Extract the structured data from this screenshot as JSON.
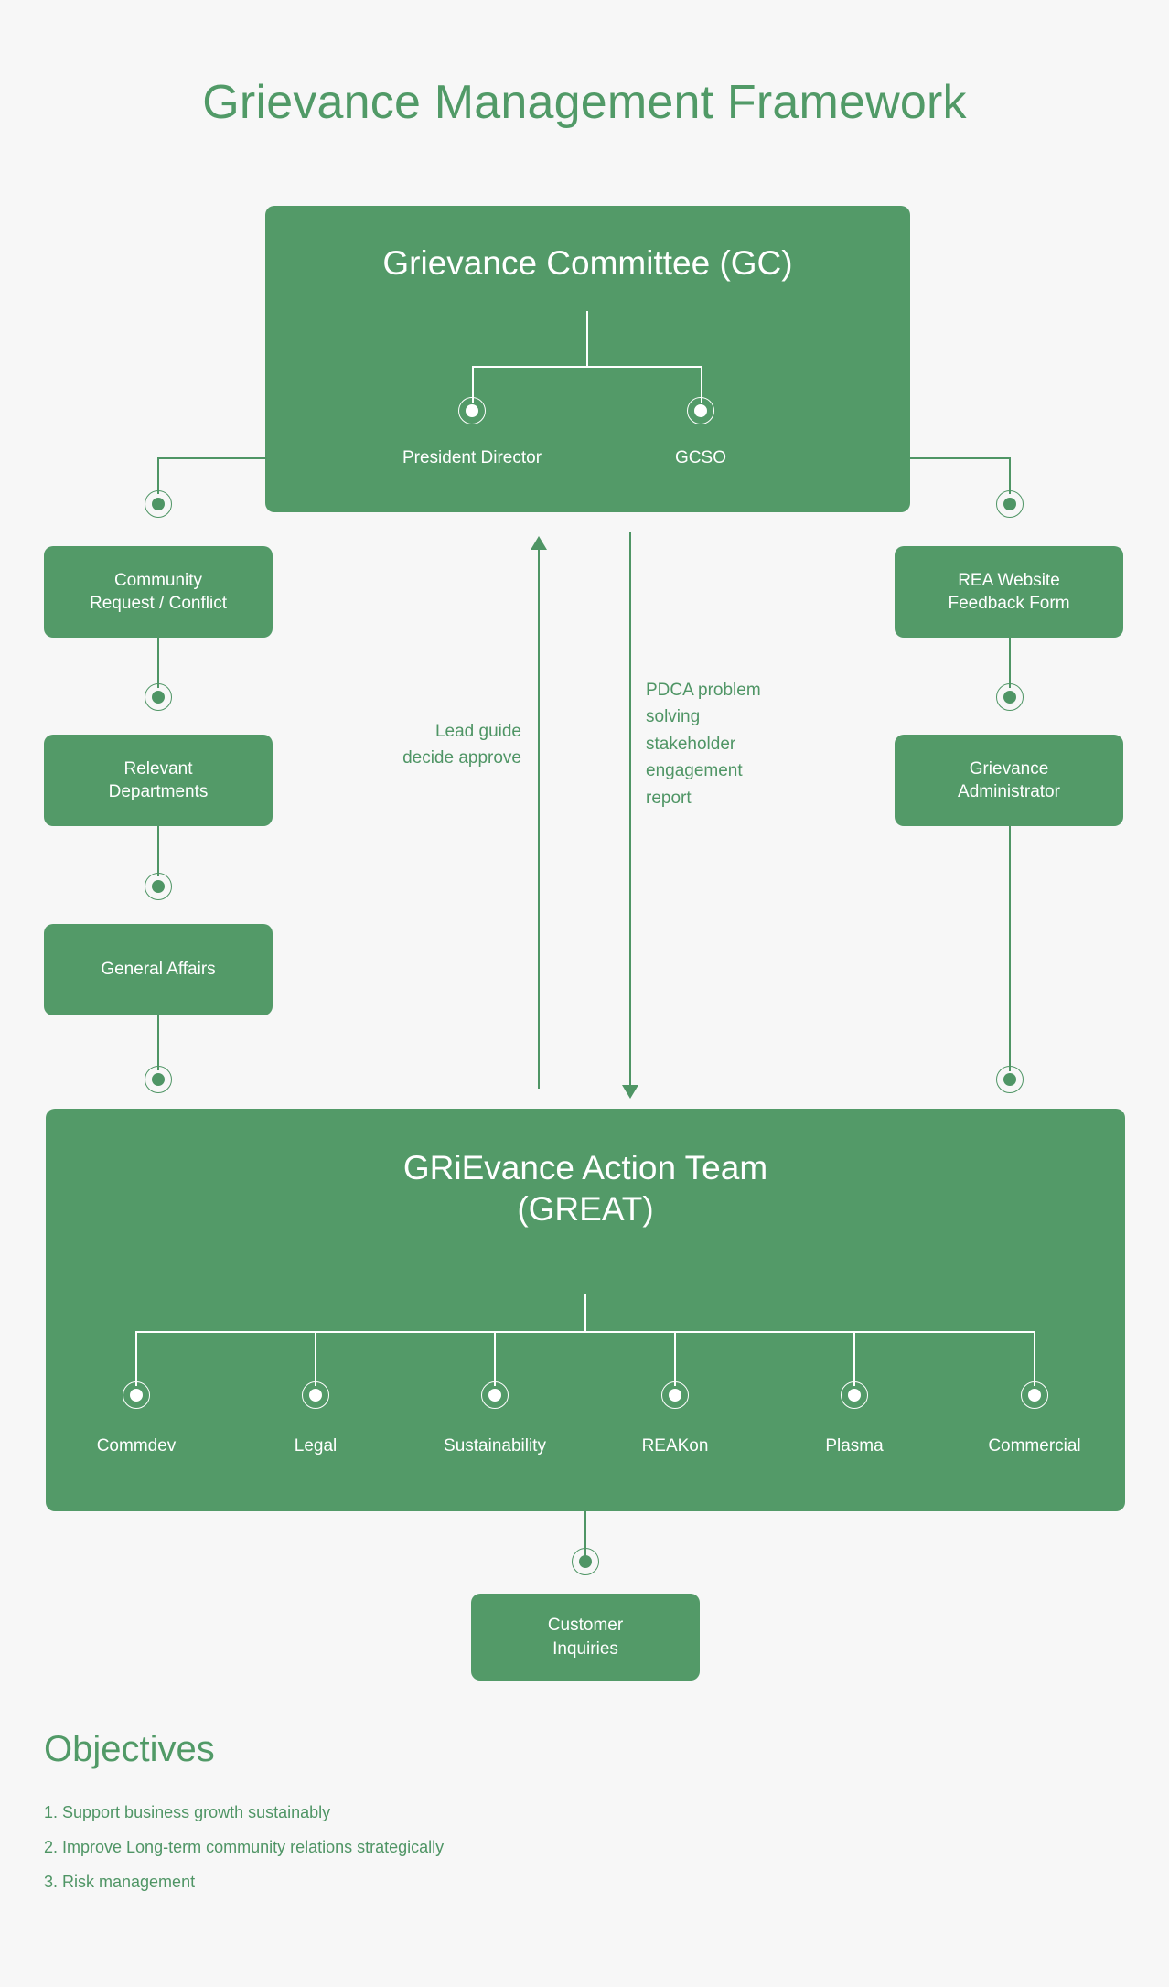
{
  "page": {
    "title": "Grievance Management Framework",
    "accent_color": "#519a67",
    "box_color": "#539a68",
    "background_color": "#f7f7f7",
    "text_on_box_color": "#ffffff"
  },
  "committee": {
    "title": "Grievance Committee (GC)",
    "members": [
      {
        "label": "President Director"
      },
      {
        "label": "GCSO"
      }
    ]
  },
  "left_flow": [
    {
      "label": "Community\nRequest / Conflict"
    },
    {
      "label": "Relevant\nDepartments"
    },
    {
      "label": "General Affairs"
    }
  ],
  "right_flow": [
    {
      "label": "REA Website\nFeedback Form"
    },
    {
      "label": "Grievance\nAdministrator"
    }
  ],
  "flow_labels": {
    "upward": "Lead guide\ndecide approve",
    "downward": "PDCA problem\nsolving\nstakeholder\nengagement\nreport"
  },
  "action_team": {
    "title": "GRiEvance Action Team\n(GREAT)",
    "members": [
      {
        "label": "Commdev"
      },
      {
        "label": "Legal"
      },
      {
        "label": "Sustainability"
      },
      {
        "label": "REAKon"
      },
      {
        "label": "Plasma"
      },
      {
        "label": "Commercial"
      }
    ]
  },
  "customer": {
    "label": "Customer\nInquiries"
  },
  "objectives": {
    "heading": "Objectives",
    "items": [
      "1. Support business growth sustainably",
      "2. Improve Long-term community relations strategically",
      "3. Risk management"
    ]
  }
}
